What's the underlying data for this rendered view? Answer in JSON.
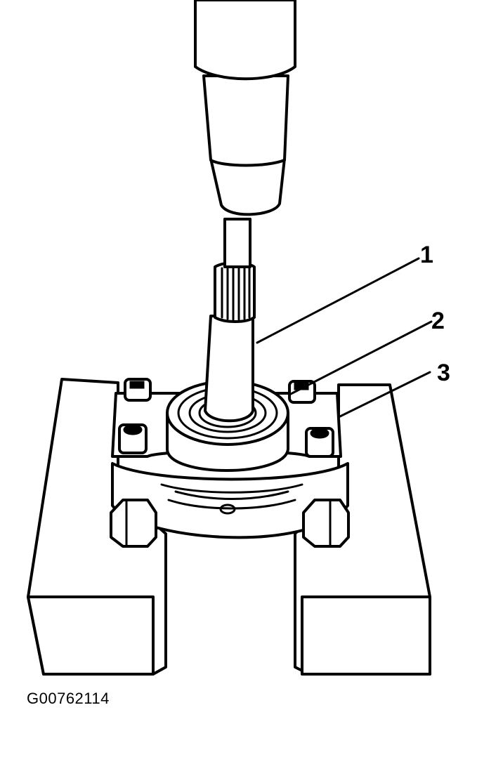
{
  "callouts": [
    {
      "number": "1",
      "part": "axle-shaft"
    },
    {
      "number": "2",
      "part": "bearing"
    },
    {
      "number": "3",
      "part": "bearing-separator"
    }
  ],
  "figure_id": "G00762114",
  "colors": {
    "line": "#000000",
    "background": "#ffffff"
  }
}
